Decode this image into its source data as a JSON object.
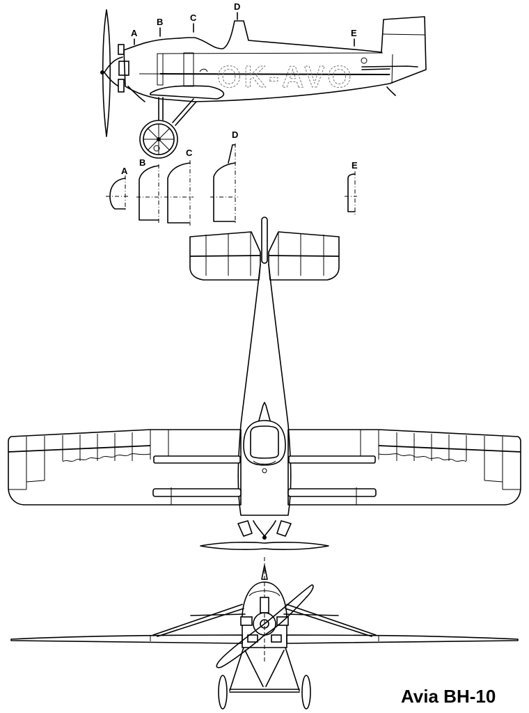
{
  "title": "Avia BH-10",
  "registration": "OK-AVO",
  "views": {
    "side": {
      "name": "side-view"
    },
    "sections": {
      "name": "cross-sections"
    },
    "top": {
      "name": "top-view"
    },
    "front": {
      "name": "front-view"
    }
  },
  "section_labels": {
    "side": [
      "A",
      "B",
      "C",
      "D",
      "E"
    ],
    "sections": [
      "A",
      "B",
      "C",
      "D",
      "E"
    ]
  },
  "colors": {
    "line": "#000000",
    "background": "#ffffff",
    "registration_outline": "#777777"
  }
}
